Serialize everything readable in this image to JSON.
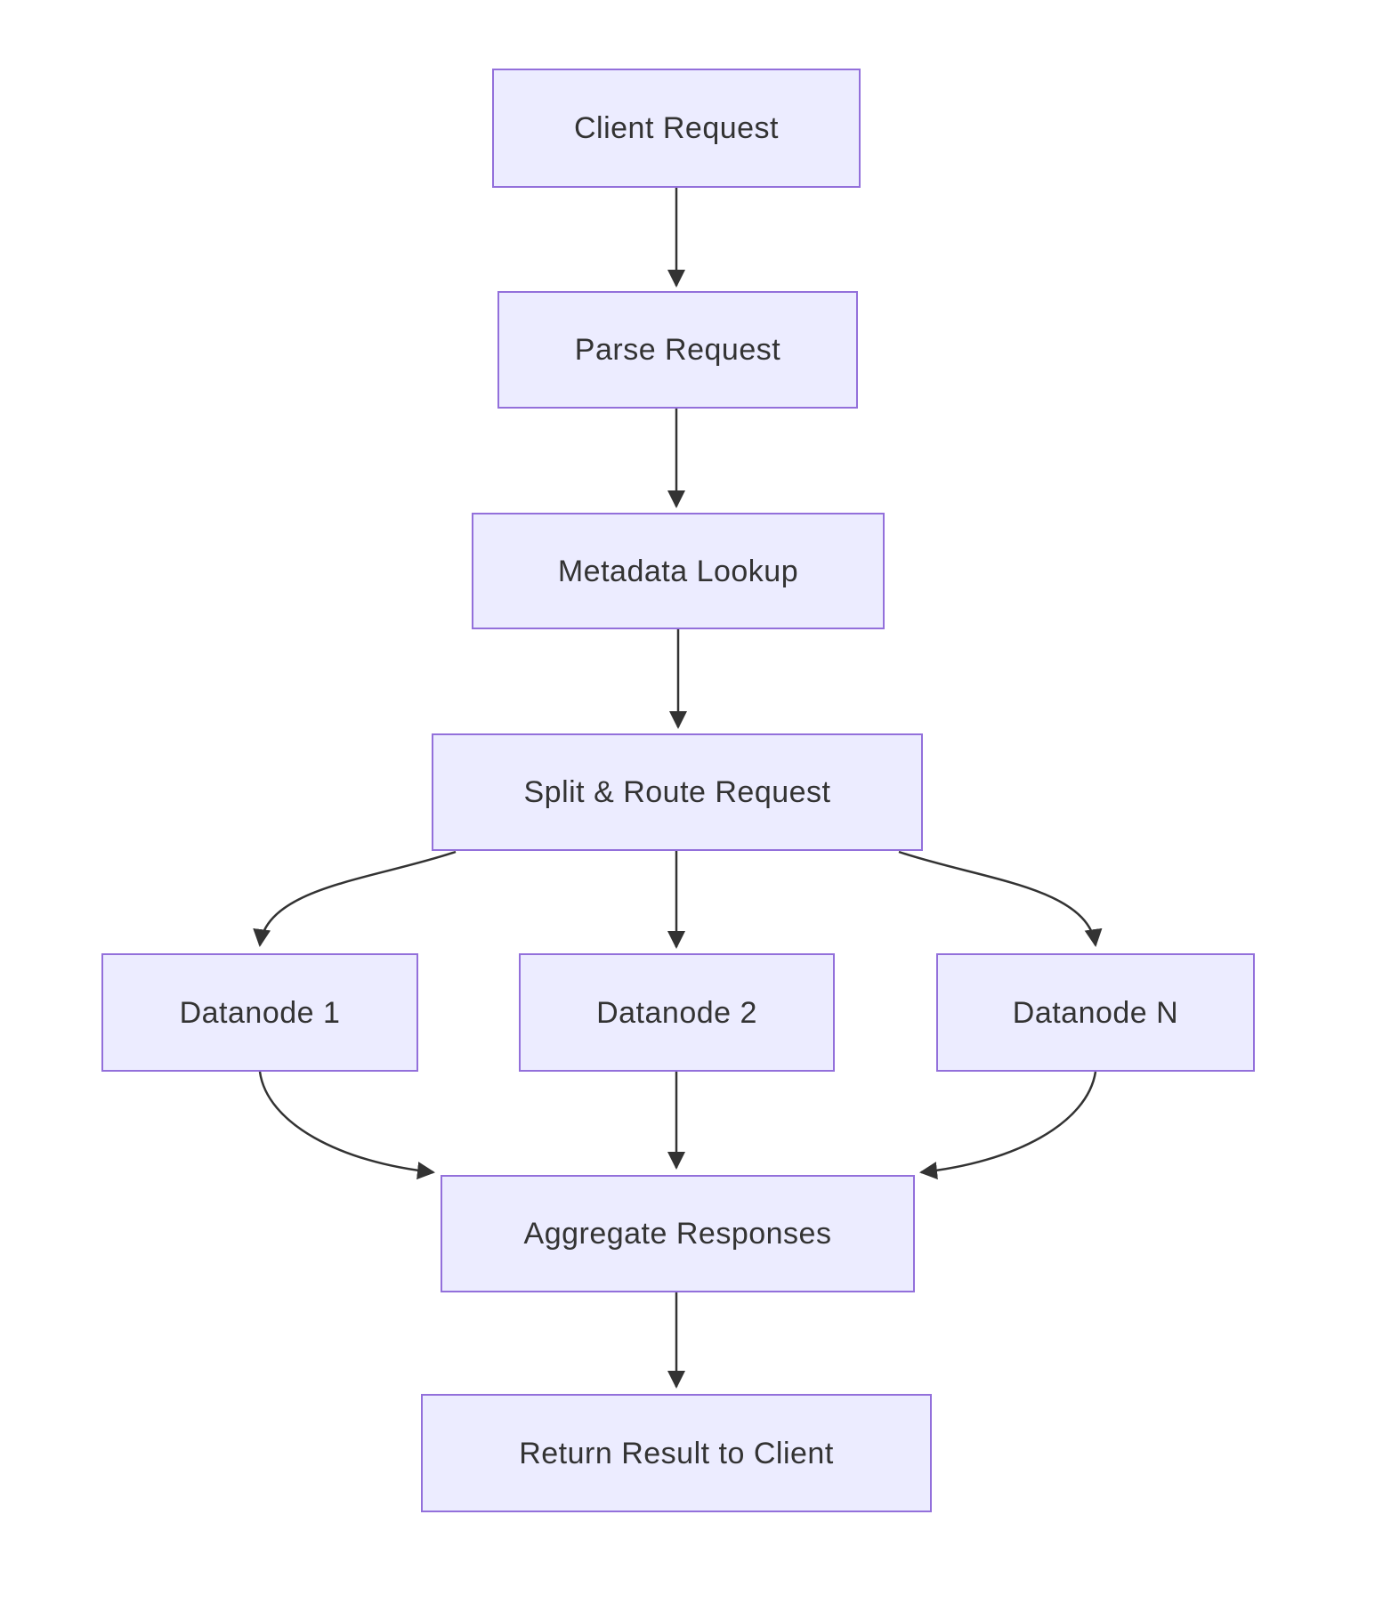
{
  "diagram": {
    "type": "flowchart",
    "direction": "top-down",
    "nodes": [
      {
        "id": "client_request",
        "label": "Client Request"
      },
      {
        "id": "parse_request",
        "label": "Parse Request"
      },
      {
        "id": "metadata_lookup",
        "label": "Metadata Lookup"
      },
      {
        "id": "split_route_request",
        "label": "Split & Route Request"
      },
      {
        "id": "datanode_1",
        "label": "Datanode 1"
      },
      {
        "id": "datanode_2",
        "label": "Datanode 2"
      },
      {
        "id": "datanode_n",
        "label": "Datanode N"
      },
      {
        "id": "aggregate_responses",
        "label": "Aggregate Responses"
      },
      {
        "id": "return_result",
        "label": "Return Result to Client"
      }
    ],
    "edges": [
      {
        "from": "client_request",
        "to": "parse_request"
      },
      {
        "from": "parse_request",
        "to": "metadata_lookup"
      },
      {
        "from": "metadata_lookup",
        "to": "split_route_request"
      },
      {
        "from": "split_route_request",
        "to": "datanode_1"
      },
      {
        "from": "split_route_request",
        "to": "datanode_2"
      },
      {
        "from": "split_route_request",
        "to": "datanode_n"
      },
      {
        "from": "datanode_1",
        "to": "aggregate_responses"
      },
      {
        "from": "datanode_2",
        "to": "aggregate_responses"
      },
      {
        "from": "datanode_n",
        "to": "aggregate_responses"
      },
      {
        "from": "aggregate_responses",
        "to": "return_result"
      }
    ],
    "colors": {
      "node_fill": "#ECECFF",
      "node_border": "#9370DB",
      "text": "#333333",
      "edge": "#333333",
      "background": "#FFFFFF"
    }
  }
}
